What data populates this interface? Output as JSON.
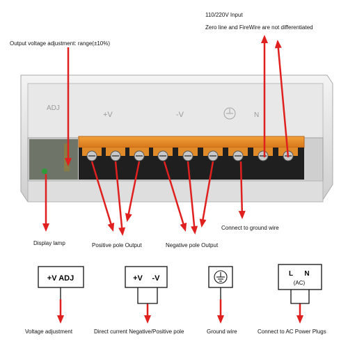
{
  "input": {
    "line1": "110/220V Input",
    "line2": "Zero line and  FireWire are not differentiated"
  },
  "labels": {
    "output_voltage_adjustment": "Output voltage adjustment: range(±10%)",
    "display_lamp": "Display lamp",
    "positive_pole_output": "Positive pole Output",
    "negative_pole_output": "Negative pole Output",
    "connect_ground": "Connect to ground wire"
  },
  "device": {
    "adj_label": "ADJ",
    "plus_v": "+V",
    "minus_v": "-V",
    "n_label": "N"
  },
  "legend": {
    "voltage_adjustment": {
      "box_text": "+V  ADJ",
      "caption": "Voltage adjustment"
    },
    "dc_output": {
      "box_plus": "+V",
      "box_minus": "-V",
      "caption": "Direct current Negative/Positive pole"
    },
    "ground": {
      "caption": "Ground wire"
    },
    "ac_input": {
      "box_l": "L",
      "box_n": "N",
      "box_ac": "(AC)",
      "caption": "Connect to AC Power Plugs"
    }
  },
  "colors": {
    "arrow": "#e0201e",
    "terminal_orange": "#e8891f",
    "casing": "#dcdcdc"
  }
}
